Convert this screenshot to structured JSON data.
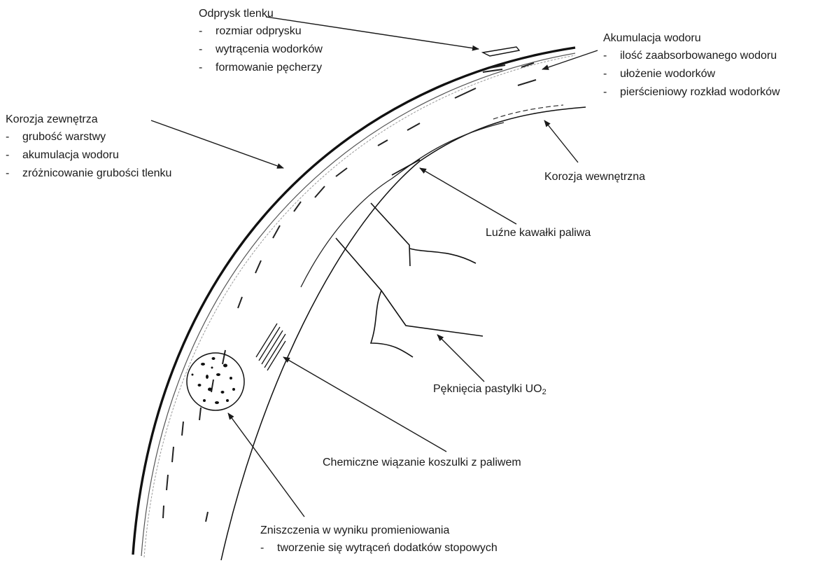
{
  "labels": {
    "oxide_spalling": {
      "title": "Odprysk tlenku",
      "items": [
        "rozmiar odprysku",
        "wytrącenia wodorków",
        "formowanie pęcherzy"
      ]
    },
    "hydrogen_accumulation": {
      "title": "Akumulacja wodoru",
      "items": [
        "ilość zaabsorbowanego wodoru",
        "ułożenie wodorków",
        "pierścieniowy rozkład wodorków"
      ]
    },
    "external_corrosion": {
      "title": "Korozja zewnętrza",
      "items": [
        "grubość warstwy",
        "akumulacja wodoru",
        "zróżnicowanie grubości tlenku"
      ]
    },
    "internal_corrosion": {
      "title": "Korozja wewnętrzna"
    },
    "loose_fuel": {
      "title": "Luźne kawałki paliwa"
    },
    "pellet_cracks": {
      "title_main": "Pęknięcia pastylki UO",
      "title_sub": "2"
    },
    "chemical_bonding": {
      "title": "Chemiczne wiązanie koszulki z paliwem"
    },
    "radiation_damage": {
      "title": "Zniszczenia w wyniku promieniowania",
      "items": [
        "tworzenie się wytrąceń dodatków stopowych"
      ]
    }
  },
  "bullet": "-"
}
